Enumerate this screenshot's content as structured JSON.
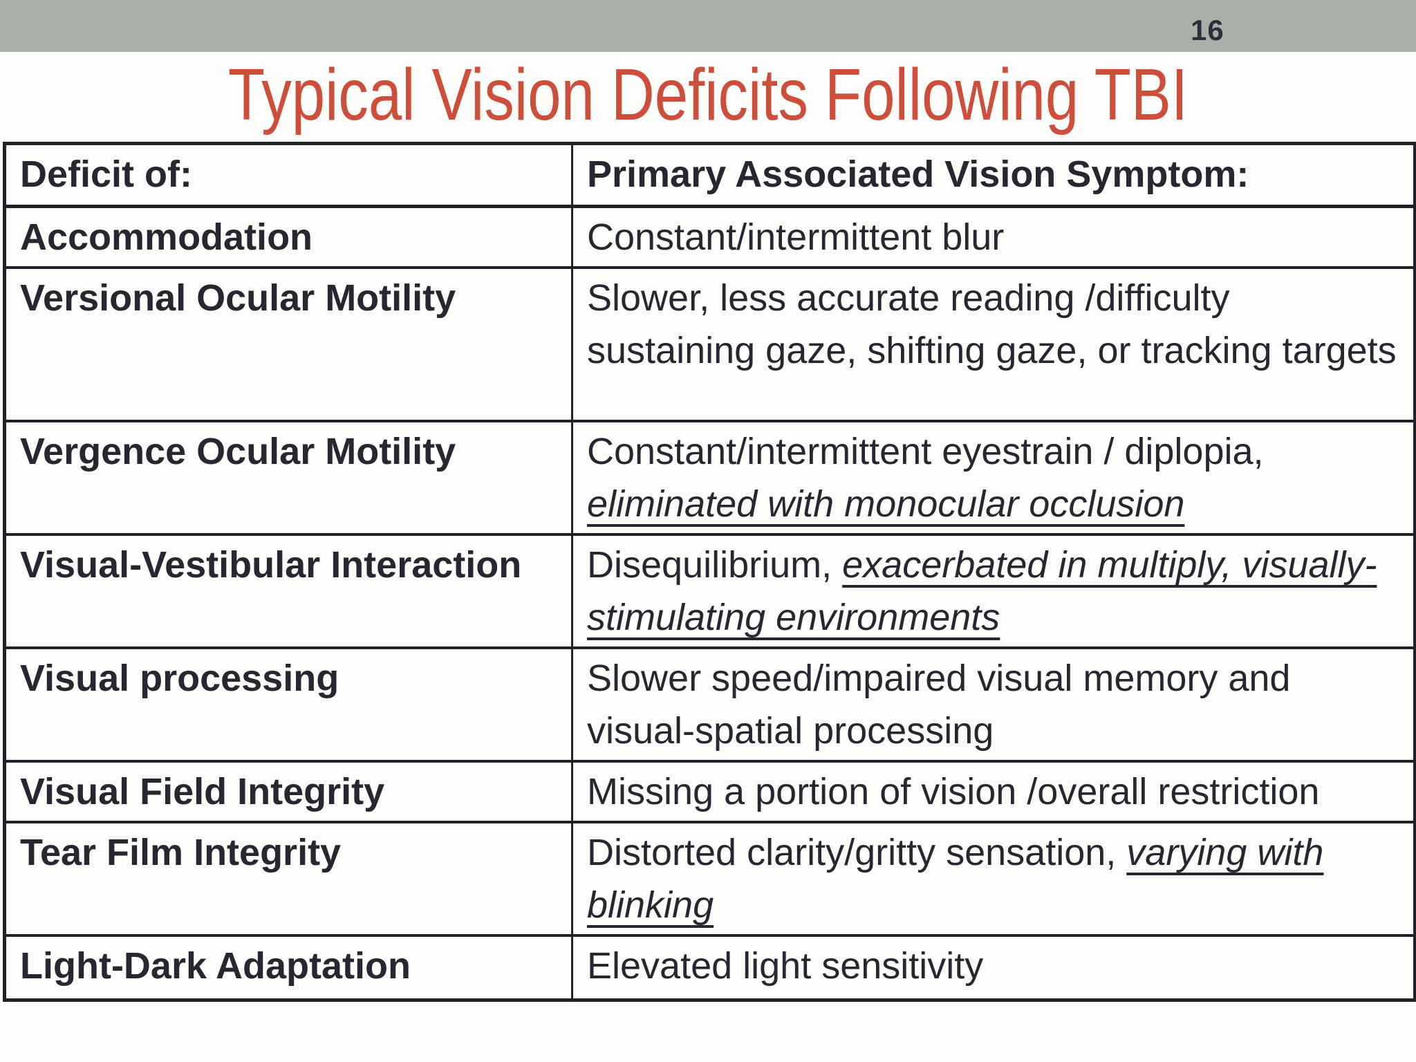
{
  "slide": {
    "page_number": "16",
    "title": "Typical Vision Deficits Following TBI"
  },
  "colors": {
    "top_band": "#a9b0a9",
    "title_red": "#cd4e3a",
    "text": "#262730",
    "table_border": "#20222a",
    "background": "#fdfdfb"
  },
  "table": {
    "headers": [
      "Deficit of:",
      "Primary Associated Vision Symptom:"
    ],
    "rows": [
      {
        "deficit": "Accommodation",
        "symptom": "Constant/intermittent blur",
        "symptom_emphasis": ""
      },
      {
        "deficit": "Versional Ocular Motility",
        "symptom": "Slower, less accurate reading /difficulty sustaining gaze, shifting gaze, or tracking targets",
        "symptom_emphasis": ""
      },
      {
        "deficit": "Vergence Ocular Motility",
        "symptom": "Constant/intermittent eyestrain / diplopia, ",
        "symptom_emphasis": "eliminated with monocular occlusion"
      },
      {
        "deficit": "Visual-Vestibular Interaction",
        "symptom": "Disequilibrium, ",
        "symptom_emphasis": "exacerbated in multiply, visually-stimulating environments"
      },
      {
        "deficit": "Visual processing",
        "symptom": "Slower speed/impaired visual memory and visual-spatial processing",
        "symptom_emphasis": ""
      },
      {
        "deficit": "Visual Field Integrity",
        "symptom": "Missing a portion of vision /overall restriction",
        "symptom_emphasis": ""
      },
      {
        "deficit": "Tear Film Integrity",
        "symptom": "Distorted clarity/gritty sensation, ",
        "symptom_emphasis": "varying with blinking"
      },
      {
        "deficit": "Light-Dark Adaptation",
        "symptom": "Elevated light sensitivity",
        "symptom_emphasis": ""
      }
    ]
  }
}
